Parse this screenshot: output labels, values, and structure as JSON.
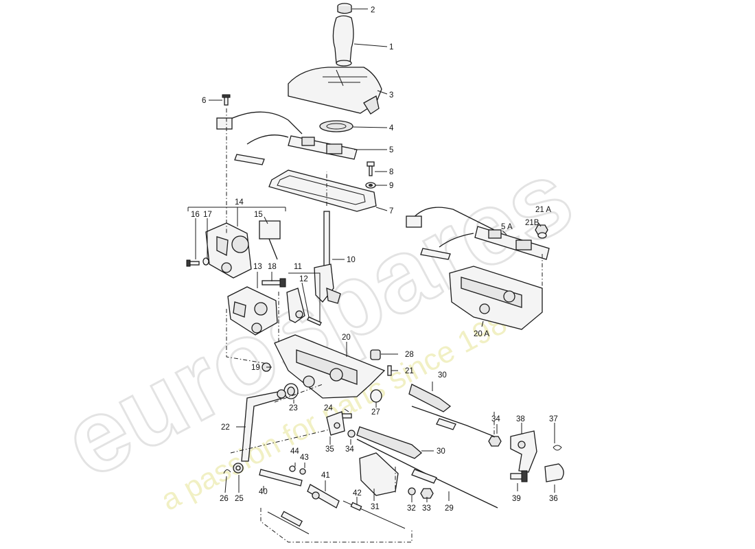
{
  "watermark": {
    "brand": "eurospares",
    "tagline": "a passion for parts since 1985",
    "brand_color": "#e3e3e3",
    "tagline_color": "#efeec0"
  },
  "labels": {
    "p1": "1",
    "p2": "2",
    "p3": "3",
    "p4": "4",
    "p5": "5",
    "p5a": "5 A",
    "p6": "6",
    "p7": "7",
    "p8": "8",
    "p9": "9",
    "p10": "10",
    "p11": "11",
    "p12": "12",
    "p13": "13",
    "p14": "14",
    "p15": "15",
    "p16": "16",
    "p17": "17",
    "p18": "18",
    "p19": "19",
    "p20": "20",
    "p20a": "20 A",
    "p21": "21",
    "p21a": "21 A",
    "p21b": "21B",
    "p22": "22",
    "p23": "23",
    "p24": "24",
    "p25": "25",
    "p26": "26",
    "p27": "27",
    "p28": "28",
    "p29": "29",
    "p30a": "30",
    "p30b": "30",
    "p31": "31",
    "p32": "32",
    "p33": "33",
    "p34a": "34",
    "p34b": "34",
    "p35": "35",
    "p36": "36",
    "p37": "37",
    "p38": "38",
    "p39": "39",
    "p40": "40",
    "p41": "41",
    "p42": "42",
    "p43": "43",
    "p44": "44"
  }
}
